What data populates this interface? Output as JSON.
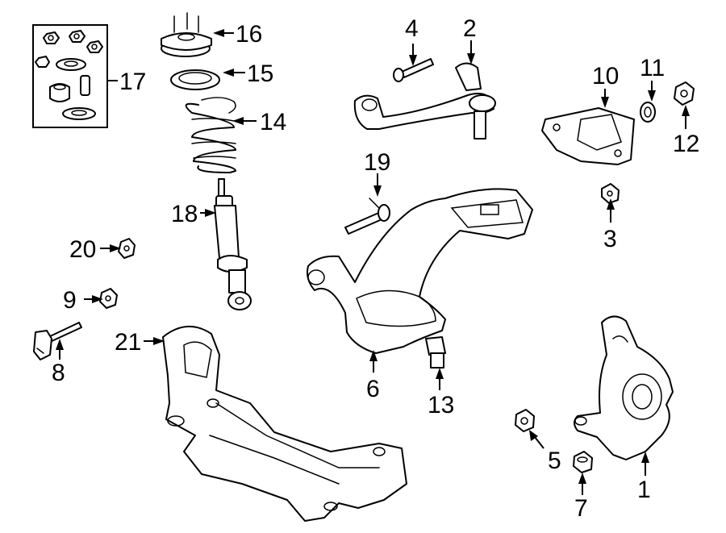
{
  "diagram": {
    "callouts": [
      {
        "id": "c1",
        "label": "1",
        "part": "steering-knuckle"
      },
      {
        "id": "c2",
        "label": "2",
        "part": "upper-control-arm"
      },
      {
        "id": "c3",
        "label": "3",
        "part": "nut"
      },
      {
        "id": "c4",
        "label": "4",
        "part": "bolt"
      },
      {
        "id": "c5",
        "label": "5",
        "part": "nut"
      },
      {
        "id": "c6",
        "label": "6",
        "part": "lower-control-arm"
      },
      {
        "id": "c7",
        "label": "7",
        "part": "nut"
      },
      {
        "id": "c8",
        "label": "8",
        "part": "cam-bolt"
      },
      {
        "id": "c9",
        "label": "9",
        "part": "nut"
      },
      {
        "id": "c10",
        "label": "10",
        "part": "bracket"
      },
      {
        "id": "c11",
        "label": "11",
        "part": "bushing"
      },
      {
        "id": "c12",
        "label": "12",
        "part": "nut"
      },
      {
        "id": "c13",
        "label": "13",
        "part": "ball-joint"
      },
      {
        "id": "c14",
        "label": "14",
        "part": "coil-spring"
      },
      {
        "id": "c15",
        "label": "15",
        "part": "spring-insulator"
      },
      {
        "id": "c16",
        "label": "16",
        "part": "strut-mount"
      },
      {
        "id": "c17",
        "label": "17",
        "part": "hardware-kit"
      },
      {
        "id": "c18",
        "label": "18",
        "part": "shock-absorber"
      },
      {
        "id": "c19",
        "label": "19",
        "part": "bolt"
      },
      {
        "id": "c20",
        "label": "20",
        "part": "nut"
      },
      {
        "id": "c21",
        "label": "21",
        "part": "crossmember"
      }
    ]
  }
}
